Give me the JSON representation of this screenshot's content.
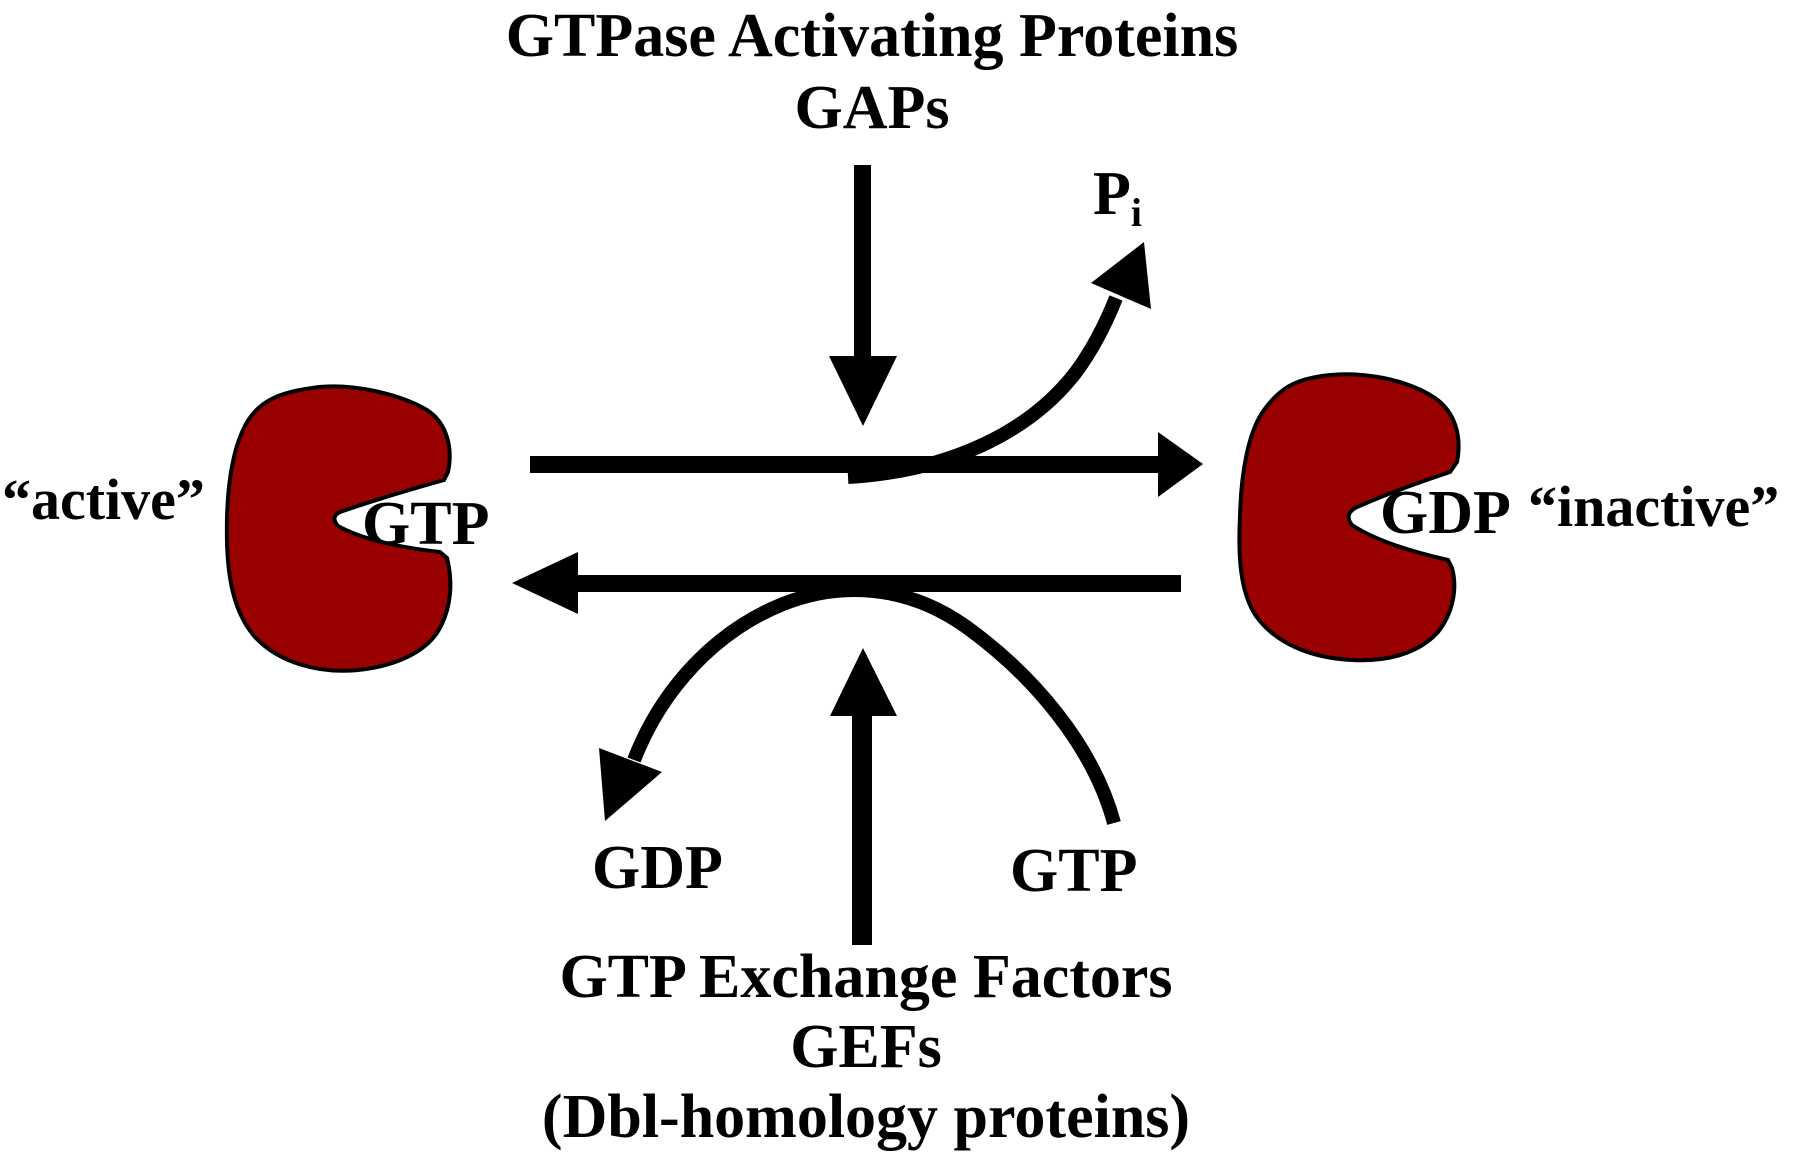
{
  "diagram": {
    "title_line1": "GTPase Activating Proteins",
    "title_line2": "GAPs",
    "phosphate_label": "P",
    "phosphate_subscript": "i",
    "left_state_label": "“active”",
    "left_nucleotide_label": "GTP",
    "right_nucleotide_label": "GDP",
    "right_state_label": "“inactive”",
    "released_nucleotide_label": "GDP",
    "incoming_nucleotide_label": "GTP",
    "gef_line1": "GTP Exchange Factors",
    "gef_line2": "GEFs",
    "gef_line3": "(Dbl-homology proteins)",
    "colors": {
      "protein_fill": "#990000",
      "outline": "#000000",
      "arrow": "#000000",
      "background": "#ffffff"
    }
  }
}
